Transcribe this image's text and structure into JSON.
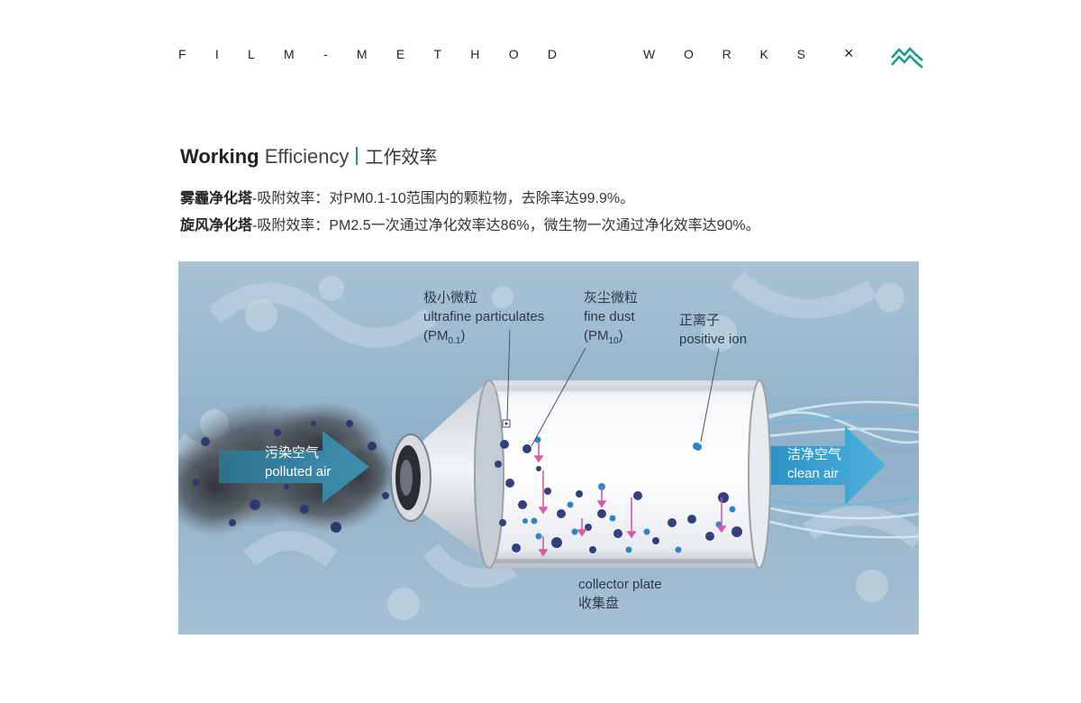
{
  "header": {
    "brand_letters": [
      "F",
      "I",
      "L",
      "M",
      "-",
      "M",
      "E",
      "T",
      "H",
      "O",
      "D"
    ],
    "works_letters": [
      "W",
      "O",
      "R",
      "K",
      "S"
    ],
    "close_symbol": "×",
    "logo_icon": "mountain-logo-icon",
    "accent_color": "#1a9a8a"
  },
  "heading": {
    "bold": "Working",
    "light": "Efficiency",
    "cn": "工作效率"
  },
  "lines": [
    {
      "bold": "雾霾净化塔",
      "text": "-吸附效率：对PM0.1-10范围内的颗粒物，去除率达99.9%。"
    },
    {
      "bold": "旋风净化塔",
      "text": "-吸附效率：PM2.5一次通过净化效率达86%，微生物一次通过净化效率达90%。"
    }
  ],
  "diagram": {
    "ultrafine": {
      "cn": "极小微粒",
      "en": "ultrafine particulates",
      "pm": "(PM",
      "sub": "0.1",
      "close": ")"
    },
    "fine": {
      "cn": "灰尘微粒",
      "en": "fine dust",
      "pm": "(PM",
      "sub": "10",
      "close": ")"
    },
    "ion": {
      "cn": "正离子",
      "en": "positive ion"
    },
    "polluted": {
      "cn": "污染空气",
      "en": "polluted air"
    },
    "clean": {
      "cn": "洁净空气",
      "en": "clean air"
    },
    "collector": {
      "en": "collector plate",
      "cn": "收集盘"
    }
  }
}
